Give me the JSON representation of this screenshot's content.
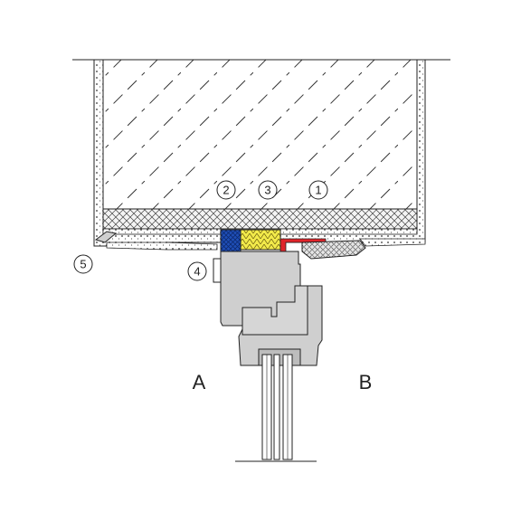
{
  "colors": {
    "outline": "#222222",
    "concrete_fill": "#ffffff",
    "insulation_board": "#d9d9d9",
    "frame_grey": "#cfcfcf",
    "seal_blue": "#1f4fb8",
    "seal_yellow": "#f2ea4a",
    "seal_red": "#e0242a",
    "foam_grey": "#dcdcdc"
  },
  "callouts": [
    {
      "id": "c1",
      "label": "1"
    },
    {
      "id": "c2",
      "label": "2"
    },
    {
      "id": "c3",
      "label": "3"
    },
    {
      "id": "c4",
      "label": "4"
    },
    {
      "id": "c5",
      "label": "5"
    }
  ],
  "sides": {
    "left": "A",
    "right": "B"
  }
}
